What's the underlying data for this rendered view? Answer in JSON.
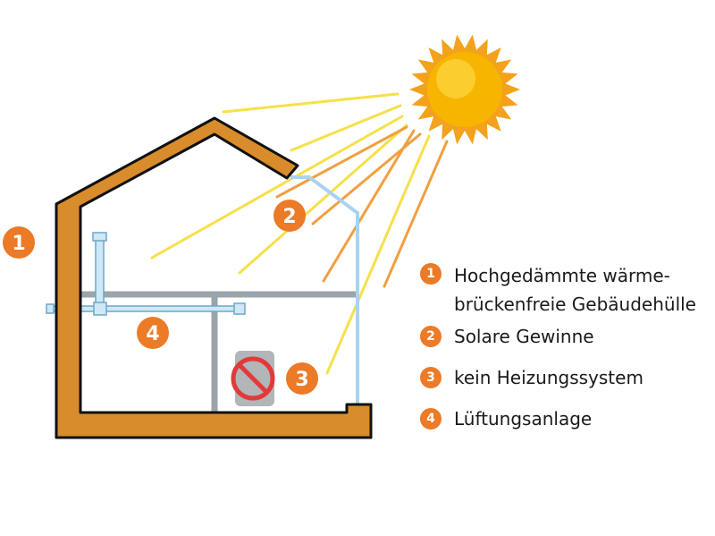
{
  "colors": {
    "wall": "#d98c2b",
    "wall_outline": "#111111",
    "accent": "#ec7a26",
    "glass": "#a9d3f0",
    "duct": "#9aa5ab",
    "ray_yellow": "#f6e04a",
    "ray_orange": "#f0a040",
    "sun_core": "#f7b500",
    "sun_rim": "#f4a21c"
  },
  "icons": [
    "sun-icon",
    "no-heating-icon"
  ],
  "markers": {
    "one": "1",
    "two": "2",
    "three": "3",
    "four": "4"
  },
  "legend": [
    {
      "num": "1",
      "line1": "Hochgedämmte wärme-",
      "line2": "brückenfreie Gebäudehülle"
    },
    {
      "num": "2",
      "text": "Solare Gewinne"
    },
    {
      "num": "3",
      "text": "kein Heizungssystem"
    },
    {
      "num": "4",
      "text": "Lüftungsanlage"
    }
  ]
}
